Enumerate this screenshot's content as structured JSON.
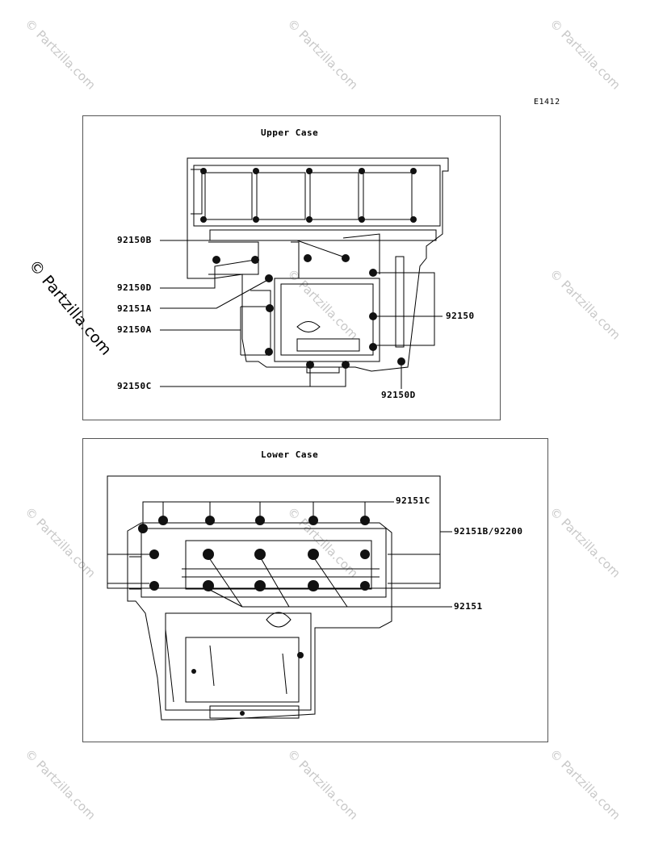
{
  "diagram_code": "E1412",
  "watermark_side": "© Partzilla.com",
  "watermark_tile": "© Partzilla.com",
  "upper": {
    "title": "Upper Case",
    "labels": {
      "l92150B": "92150B",
      "l92150D_left": "92150D",
      "l92151A": "92151A",
      "l92150A": "92150A",
      "l92150C": "92150C",
      "l92150": "92150",
      "l92150D_bottom": "92150D"
    }
  },
  "lower": {
    "title": "Lower Case",
    "labels": {
      "l92151C": "92151C",
      "l92151B_92200": "92151B/92200",
      "l92151": "92151"
    }
  },
  "colors": {
    "line": "#000000",
    "bolt": "#111111",
    "watermark": "#c8c8c8"
  }
}
